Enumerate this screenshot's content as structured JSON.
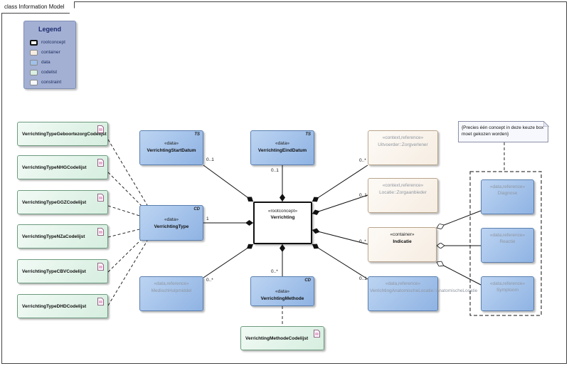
{
  "diagram_title": "class Information Model",
  "legend": {
    "title": "Legend",
    "items": [
      {
        "label": "rootconcept",
        "fill": "#ffffff",
        "border": "#111111"
      },
      {
        "label": "container",
        "fill": "#f6ede2",
        "border": "#b9a58c"
      },
      {
        "label": "data",
        "fill": "#9fc0ea",
        "border": "#5a7fae"
      },
      {
        "label": "codelist",
        "fill": "#d9efe1",
        "border": "#6d9b7f"
      },
      {
        "label": "constraint",
        "fill": "#f7f8fd",
        "border": "#8a8a8a"
      }
    ]
  },
  "root": {
    "stereotype": "«rootconcept»",
    "name": "Verrichting"
  },
  "data_nodes": {
    "startdatum": {
      "stereotype": "«data»",
      "name": "VerrichtingStartDatum",
      "tag": "TS"
    },
    "einddatum": {
      "stereotype": "«data»",
      "name": "VerrichtingEindDatum",
      "tag": "TS"
    },
    "type": {
      "stereotype": "«data»",
      "name": "VerrichtingType",
      "tag": "CD"
    },
    "methode": {
      "stereotype": "«data»",
      "name": "VerrichtingMethode",
      "tag": "CD"
    },
    "hulpmiddel": {
      "stereotype": "«data,reference»",
      "name": "MedischHulpmiddel"
    },
    "locatie": {
      "stereotype": "«data,reference»",
      "name": "VerrichtingAnatomischeLocatie::AnatomischeLocatie"
    },
    "diagnose": {
      "stereotype": "«data,reference»",
      "name": "Diagnose"
    },
    "reactie": {
      "stereotype": "«data,reference»",
      "name": "Reactie"
    },
    "symptoom": {
      "stereotype": "«data,reference»",
      "name": "Symptoom"
    }
  },
  "context_nodes": {
    "uitvoerder": {
      "stereotype": "«context,reference»",
      "name": "Uitvoerder::Zorgverlener"
    },
    "zorgaanbieder": {
      "stereotype": "«context,reference»",
      "name": "Locatie::Zorgaanbieder"
    }
  },
  "container": {
    "stereotype": "«container»",
    "name": "Indicatie"
  },
  "codelists": [
    "VerrichtingTypeGeboortezorgCodelijst",
    "VerrichtingTypeNHGCodelijst",
    "VerrichtingTypeGGZCodelijst",
    "VerrichtingTypeNZaCodelijst",
    "VerrichtingTypeCBVCodelijst",
    "VerrichtingTypeDHDCodelijst"
  ],
  "methode_codelist": "VerrichtingMethodeCodelijst",
  "constraint_note": "{Precies één concept in deze keuze box moet gekozen worden}",
  "multiplicities": {
    "startdatum": "0..1",
    "einddatum": "0..1",
    "type": "1",
    "hulpmiddel": "0..*",
    "methode": "0..*",
    "uitvoerder": "0..*",
    "zorgaanbieder": "0..1",
    "indicatie": "0..*",
    "locatie": "0..1"
  }
}
